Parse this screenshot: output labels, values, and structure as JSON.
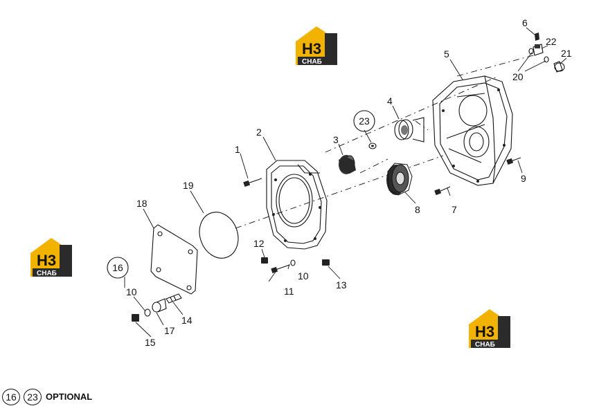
{
  "header": {
    "note": ""
  },
  "logo": {
    "top_text": "H3",
    "bottom_text": "CHAБ",
    "color": "#f2b300",
    "dark": "#2b2b2b"
  },
  "callouts": {
    "c1": "1",
    "c2": "2",
    "c3": "3",
    "c4": "4",
    "c5": "5",
    "c6": "6",
    "c7": "7",
    "c8": "8",
    "c9": "9",
    "c10a": "10",
    "c10b": "10",
    "c11": "11",
    "c12": "12",
    "c13": "13",
    "c14": "14",
    "c15": "15",
    "c16": "16",
    "c17": "17",
    "c18": "18",
    "c19": "19",
    "c20": "20",
    "c21": "21",
    "c22": "22",
    "c23": "23"
  },
  "footer": {
    "circ1": "16",
    "circ2": "23",
    "optional_label": "OPTIONAL"
  }
}
